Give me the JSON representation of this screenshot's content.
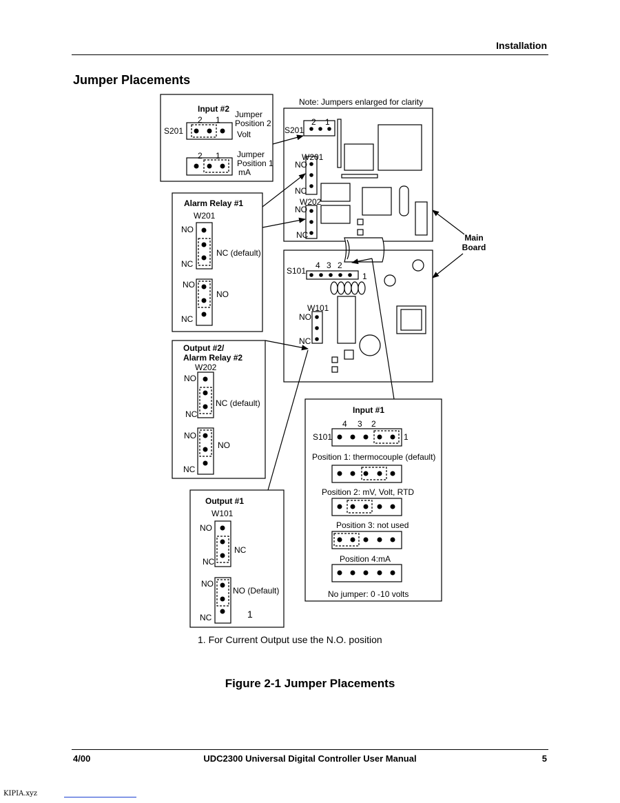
{
  "header": {
    "section": "Installation"
  },
  "heading": "Jumper Placements",
  "figure": {
    "note": "Note: Jumpers enlarged for clarity",
    "main_board_label_1": "Main",
    "main_board_label_2": "Board",
    "board": {
      "s201": "S201",
      "s201_pins": [
        "2",
        "1"
      ],
      "w201": "W201",
      "w202": "W202",
      "no": "NO",
      "nc": "NC",
      "s101": "S101",
      "s101_pins": [
        "4",
        "3",
        "2"
      ],
      "s101_pin1": "1",
      "w101": "W101"
    },
    "input2": {
      "title": "Input #2",
      "pins": [
        "2",
        "1"
      ],
      "s201": "S201",
      "pos2_l1": "Jumper",
      "pos2_l2": "Position 2",
      "pos2_l3": "Volt",
      "pos1_l1": "Jumper",
      "pos1_l2": "Position 1",
      "pos1_l3": "mA"
    },
    "alarm1": {
      "title": "Alarm Relay #1",
      "w": "W201",
      "no": "NO",
      "nc": "NC",
      "label_default": "NC (default)",
      "label_no": "NO"
    },
    "output2": {
      "title_1": "Output #2/",
      "title_2": "Alarm Relay #2",
      "w": "W202",
      "no": "NO",
      "nc": "NC",
      "label_default": "NC (default)",
      "label_no": "NO"
    },
    "output1": {
      "title": "Output #1",
      "w": "W101",
      "no": "NO",
      "nc": "NC",
      "label_nc": "NC",
      "label_default": "NO (Default)",
      "footnote_mark": "1"
    },
    "input1": {
      "title": "Input #1",
      "pins": [
        "4",
        "3",
        "2"
      ],
      "pin1": "1",
      "s101": "S101",
      "pos1": "Position 1: thermocouple (default)",
      "pos2": "Position 2: mV, Volt, RTD",
      "pos3": "Position 3: not used",
      "pos4": "Position 4:mA",
      "none": "No jumper: 0 -10 volts"
    }
  },
  "footnote": "1. For Current Output use the N.O. position",
  "caption": "Figure 2-1   Jumper Placements",
  "footer": {
    "date": "4/00",
    "manual": "UDC2300 Universal Digital Controller User Manual",
    "page": "5"
  },
  "watermark": "KIPIA.xyz"
}
